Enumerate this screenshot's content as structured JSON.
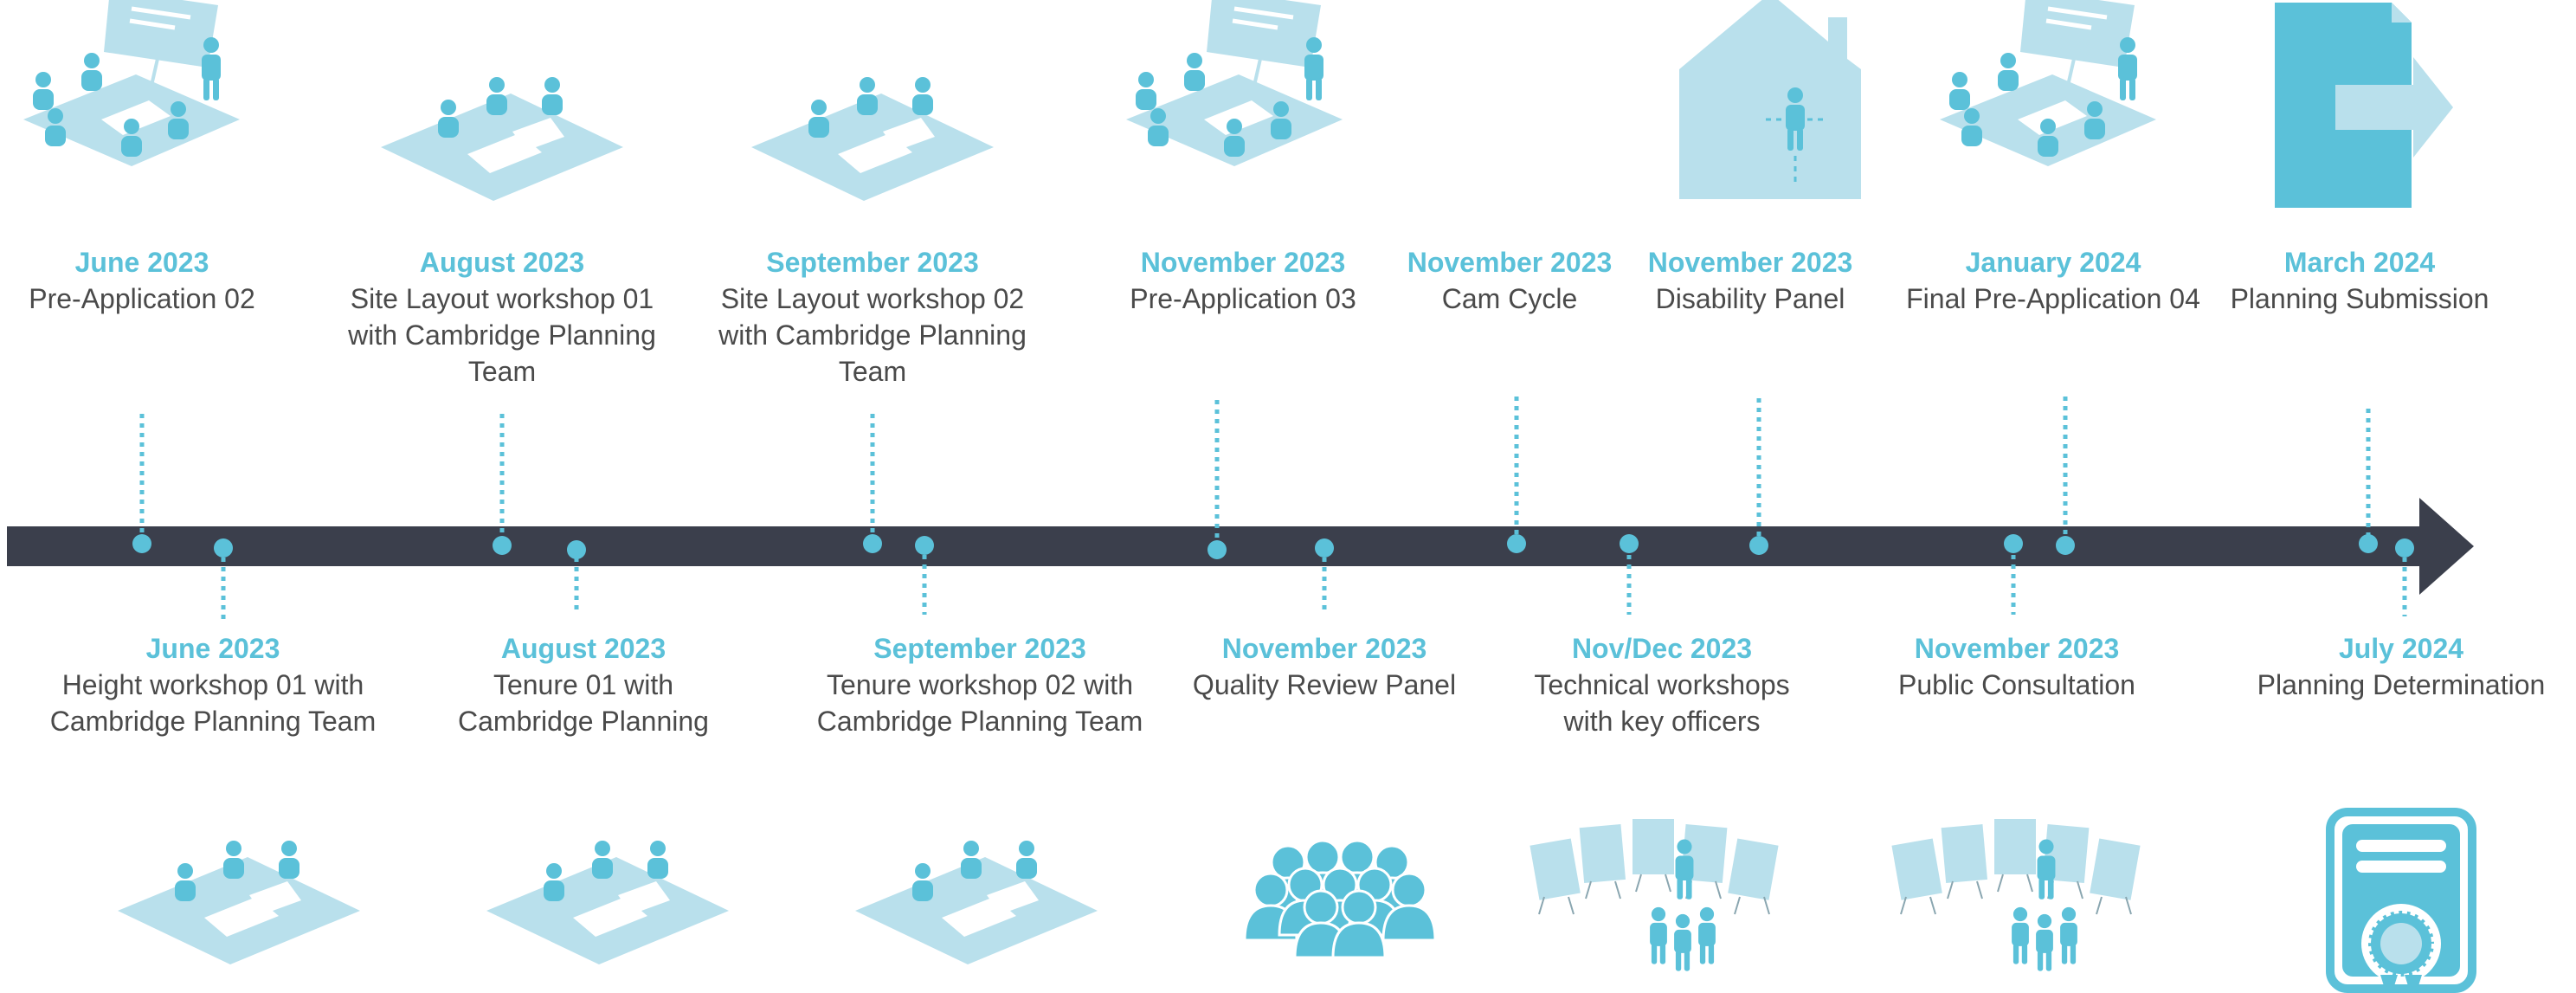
{
  "colors": {
    "accent": "#5bc1d9",
    "accent_light": "#b9e0ec",
    "axis": "#3b3f4c",
    "text": "#4a4a4a"
  },
  "timeline": {
    "top_events": [
      {
        "date": "June 2023",
        "label": "Pre-Application 02",
        "icon": "meeting-presentation-icon"
      },
      {
        "date": "August 2023",
        "label": "Site Layout workshop 01 with Cambridge Planning Team",
        "icon": "workshop-table-icon"
      },
      {
        "date": "September 2023",
        "label": "Site Layout workshop 02 with Cambridge Planning Team",
        "icon": "workshop-table-icon"
      },
      {
        "date": "November 2023",
        "label": "Pre-Application 03",
        "icon": "meeting-presentation-icon"
      },
      {
        "date": "November 2023",
        "label": "Cam Cycle",
        "icon": ""
      },
      {
        "date": "November 2023",
        "label": "Disability Panel",
        "icon": "house-person-icon"
      },
      {
        "date": "January 2024",
        "label": "Final Pre-Application 04",
        "icon": "meeting-presentation-icon"
      },
      {
        "date": "March 2024",
        "label": "Planning Submission",
        "icon": "document-submit-icon"
      }
    ],
    "bottom_events": [
      {
        "date": "June 2023",
        "label": "Height workshop 01 with Cambridge Planning Team",
        "icon": "workshop-table-icon"
      },
      {
        "date": "August 2023",
        "label": "Tenure 01 with Cambridge Planning",
        "icon": "workshop-table-icon"
      },
      {
        "date": "September 2023",
        "label": "Tenure workshop 02 with Cambridge Planning Team",
        "icon": "workshop-table-icon"
      },
      {
        "date": "November 2023",
        "label": "Quality Review Panel",
        "icon": "group-people-icon"
      },
      {
        "date": "Nov/Dec 2023",
        "label": "Technical workshops with key officers",
        "icon": "presentation-boards-icon"
      },
      {
        "date": "November 2023",
        "label": "Public Consultation",
        "icon": "presentation-boards-icon"
      },
      {
        "date": "July 2024",
        "label": "Planning Determination",
        "icon": "certificate-icon"
      }
    ]
  }
}
